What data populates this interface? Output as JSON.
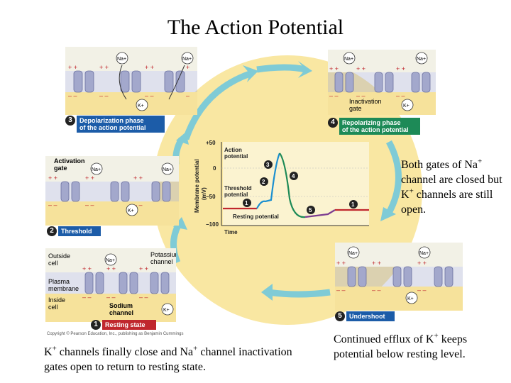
{
  "title": "The Action Potential",
  "colors": {
    "outside": "#f2f1e6",
    "inside": "#f6e29b",
    "membrane": "#a3a8cc",
    "plus": "#c0272d",
    "blue_box": "#1c5ca8",
    "green_box": "#1d8a57",
    "arrow_cycle": "#7fcbd6",
    "center_disc": "#f9e7a2",
    "trace_resting": "#c0272d",
    "trace_depol": "#1a8fd0",
    "trace_repol": "#1d8a57",
    "trace_under": "#7c3c90"
  },
  "panels": {
    "p3": {
      "num": "3",
      "label_lines": [
        "Depolarization phase",
        "of the action potential"
      ],
      "ion_na": "Na+",
      "ion_k": "K+"
    },
    "p4": {
      "num": "4",
      "label_lines": [
        "Repolarizing phase",
        "of the action potential"
      ],
      "gate_lines": [
        "Inactivation",
        "gate"
      ],
      "ion_na": "Na+",
      "ion_k": "K+"
    },
    "p2": {
      "num": "2",
      "label": "Threshold",
      "gate_lines": [
        "Activation",
        "gate"
      ],
      "ion_na": "Na+",
      "ion_k": "K+"
    },
    "p1": {
      "num": "1",
      "label": "Resting state",
      "outside_lines": [
        "Outside",
        "cell"
      ],
      "plasma_lines": [
        "Plasma",
        "membrane"
      ],
      "inside_lines": [
        "Inside",
        "cell"
      ],
      "potassium_lines": [
        "Potassium",
        "channel"
      ],
      "sodium_lines": [
        "Sodium",
        "channel"
      ],
      "ion_na": "Na+",
      "ion_k": "K+"
    },
    "p5": {
      "num": "5",
      "label": "Undershoot",
      "ion_na": "Na+",
      "ion_k": "K+"
    }
  },
  "copyright": "Copyright © Pearson Education, Inc., publishing as Benjamin Cummings",
  "graph": {
    "ylabel_lines": [
      "Membrane potential",
      "(mV)"
    ],
    "y_ticks": [
      "+50",
      "0",
      "−50",
      "−100"
    ],
    "xlabel": "Time",
    "labels": {
      "action": [
        "Action",
        "potential"
      ],
      "threshold": [
        "Threshold",
        "potential"
      ],
      "resting": "Resting potential"
    },
    "markers": [
      "1",
      "2",
      "3",
      "4",
      "5",
      "1"
    ]
  },
  "captions": {
    "right_top": {
      "pre1": "Both gates of Na",
      "sup1": "+",
      "mid": " channel are closed but K",
      "sup2": "+",
      "post": " channels are still open."
    },
    "bottom_left": {
      "pre1": "K",
      "sup1": "+",
      "mid": " channels finally close and Na",
      "sup2": "+",
      "post": " channel inactivation gates open to return to resting state."
    },
    "bottom_right": {
      "pre1": "Continued efflux of K",
      "sup1": "+",
      "post": " keeps potential below resting level."
    }
  }
}
